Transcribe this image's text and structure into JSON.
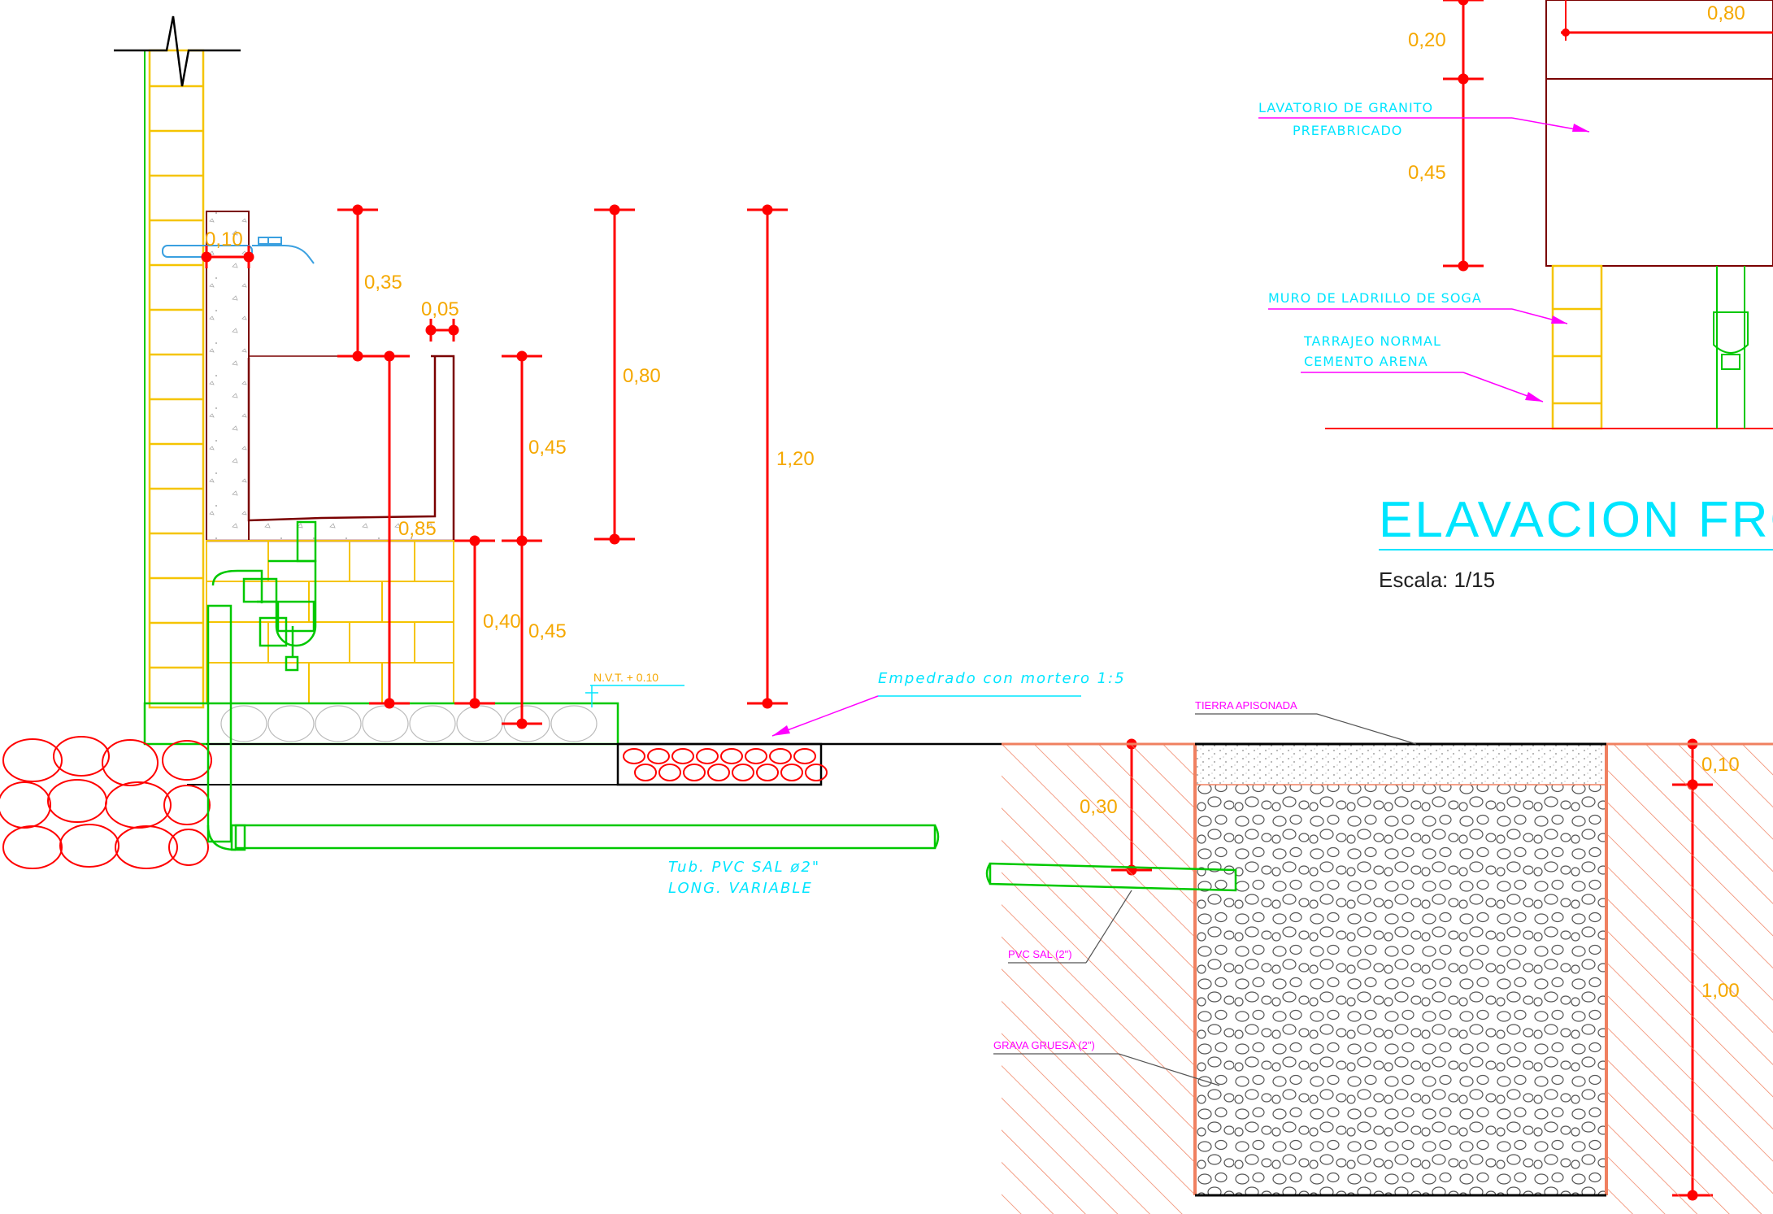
{
  "colors": {
    "dimension": "#ff0000",
    "dimension_text": "#f5a800",
    "annotation": "#00e5ff",
    "leader": "#ff00ff",
    "brick": "#f5c400",
    "pipe": "#00c800",
    "concrete": "#7a0000",
    "stone": "#ff0000",
    "excavation": "#f08060"
  },
  "dimensions": {
    "d_0_10_tap": "0,10",
    "d_0_35": "0,35",
    "d_0_05": "0,05",
    "d_0_80_left": "0,80",
    "d_0_45_upper": "0,45",
    "d_1_20": "1,20",
    "d_0_85": "0,85",
    "d_0_40": "0,40",
    "d_0_45_lower": "0,45",
    "d_0_30": "0,30",
    "d_0_10_pit": "0,10",
    "d_1_00": "1,00",
    "d_0_20_right": "0,20",
    "d_0_45_right": "0,45",
    "d_0_80_top": "0,80"
  },
  "labels": {
    "lavatorio_1": "LAVATORIO DE GRANITO",
    "lavatorio_2": "PREFABRICADO",
    "muro": "MURO DE LADRILLO DE SOGA",
    "tarrajeo_1": "TARRAJEO NORMAL",
    "tarrajeo_2": "CEMENTO ARENA",
    "empedrado": "Empedrado con mortero 1:5",
    "tubo_1": "Tub. PVC SAL ø2\"",
    "tubo_2": "LONG. VARIABLE",
    "nvt": "N.V.T. + 0.10",
    "tierra": "TIERRA APISONADA",
    "pvc_sal": "PVC SAL (2\")",
    "grava": "GRAVA GRUESA (2\")"
  },
  "title": {
    "main": "ELAVACION FRO",
    "scale": "Escala: 1/15"
  }
}
